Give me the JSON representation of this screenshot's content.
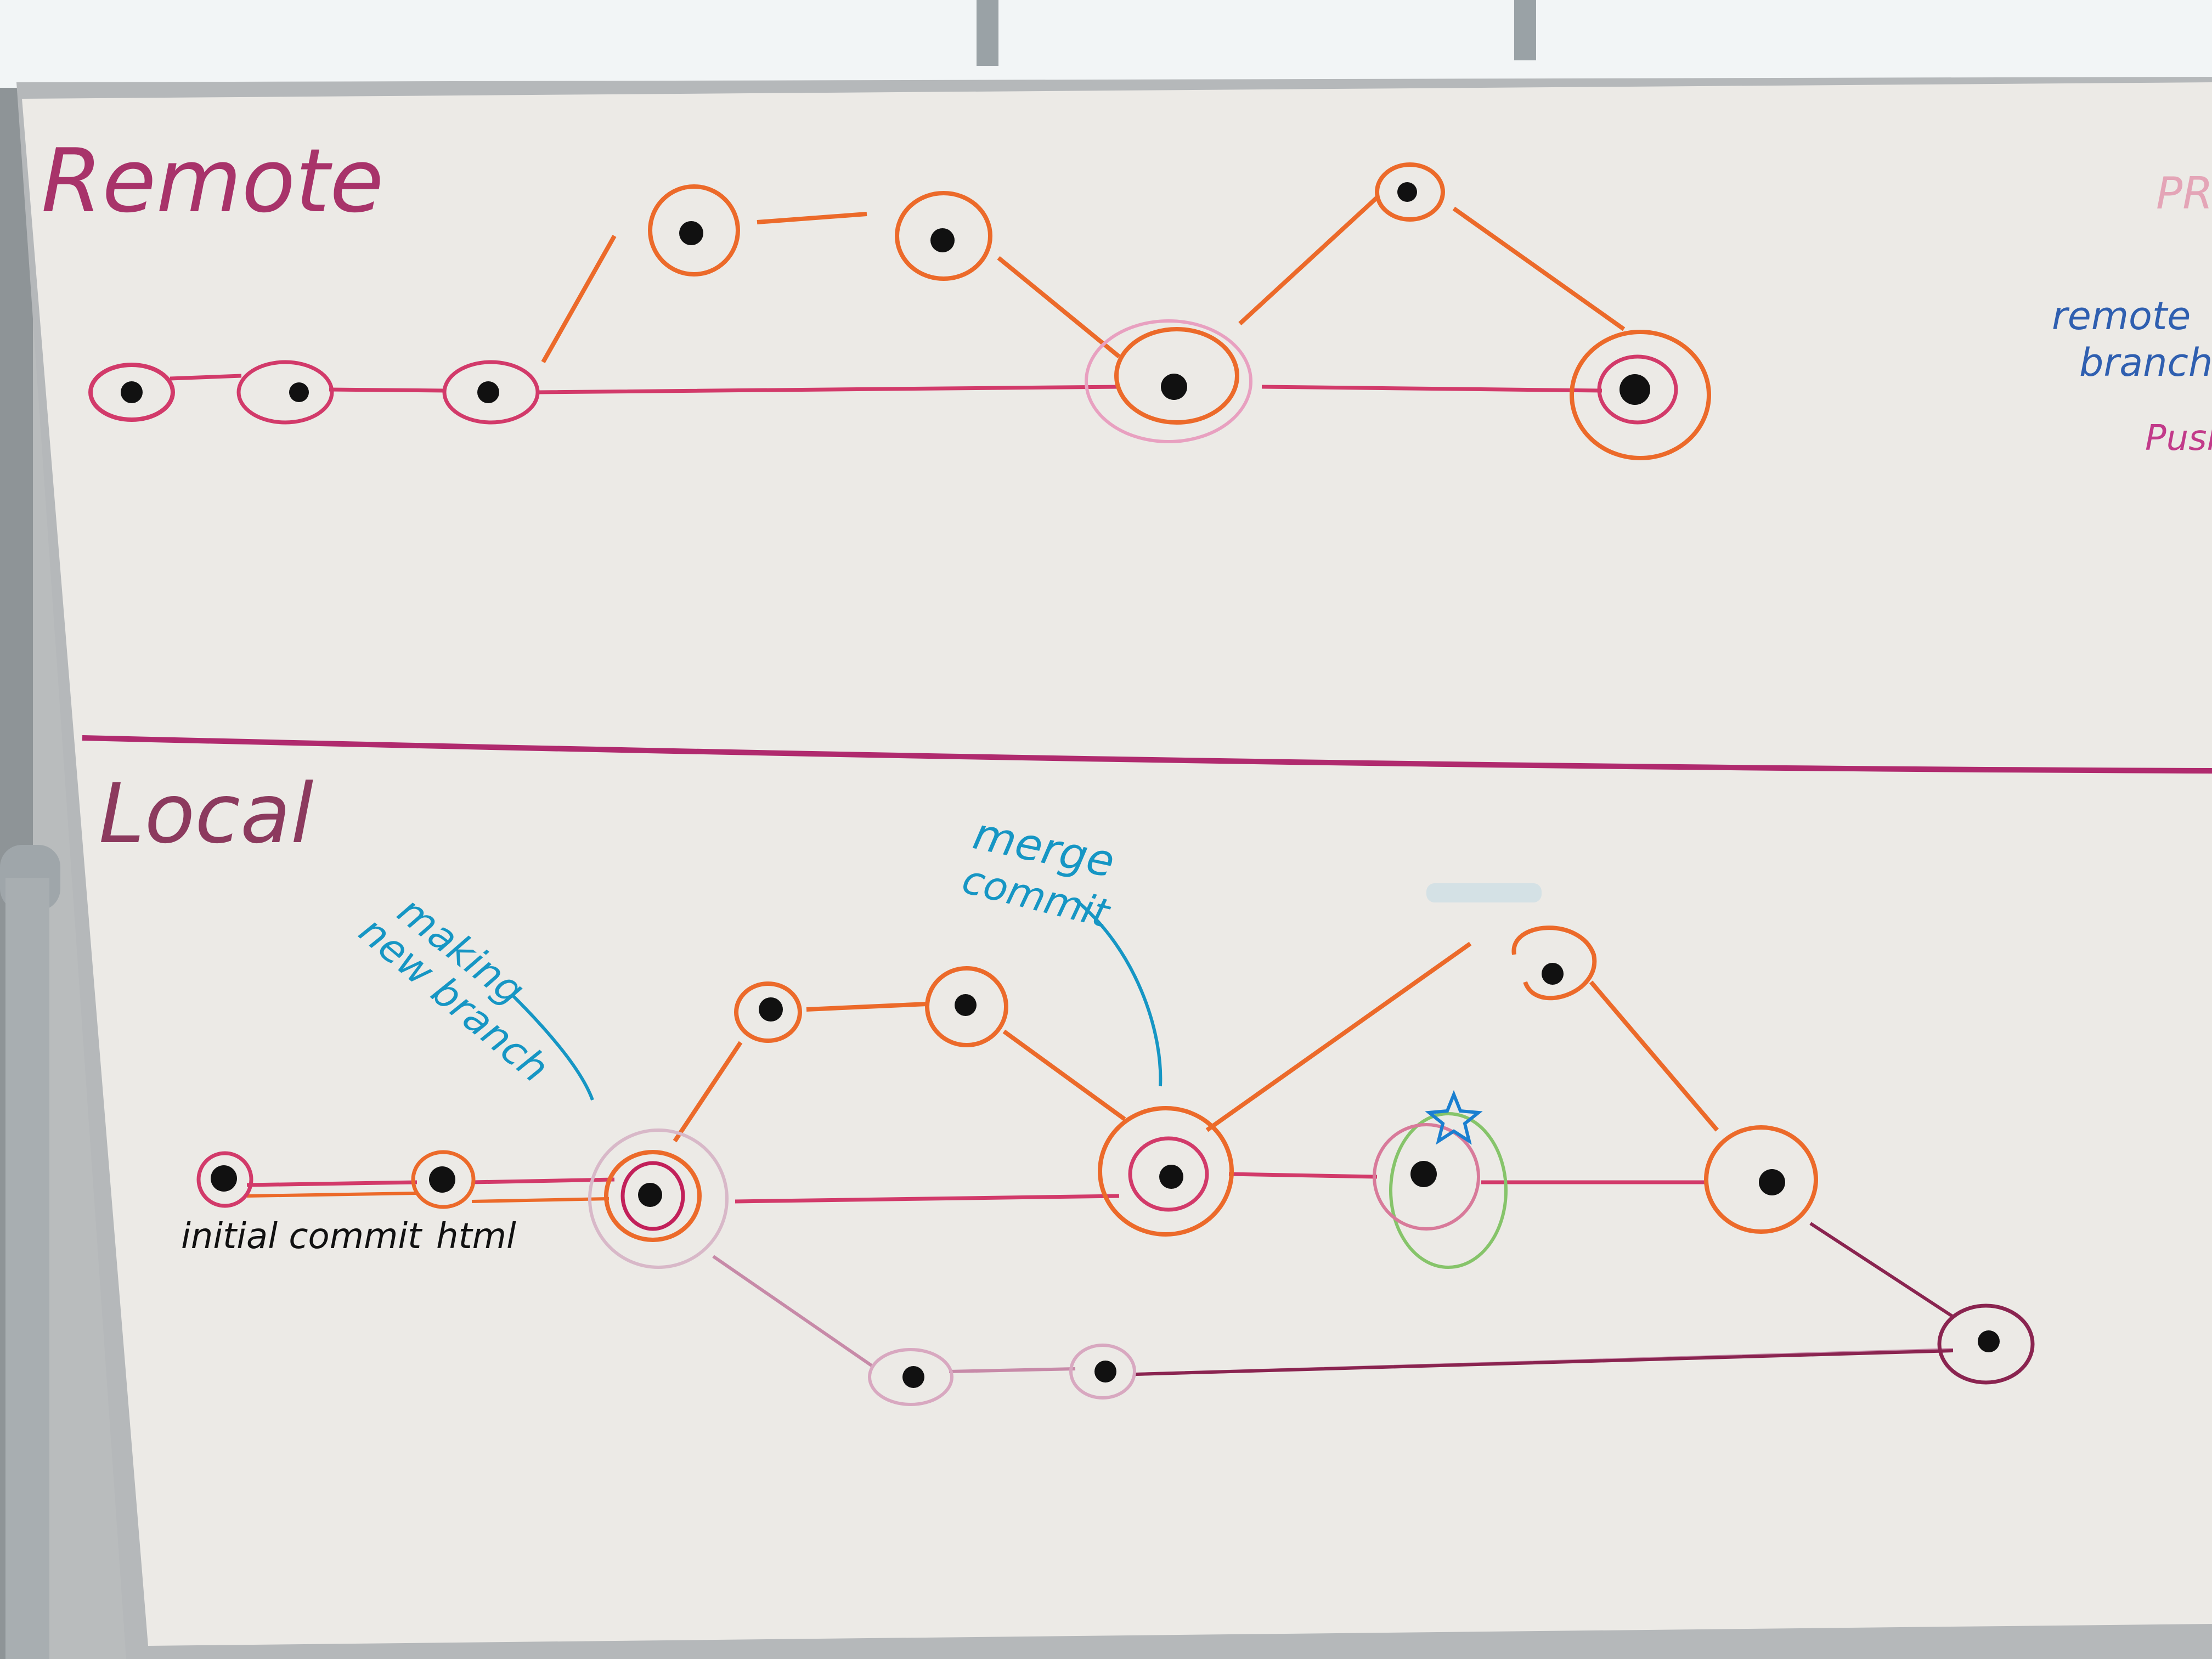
{
  "labels": {
    "remote": "Remote",
    "local": "Local",
    "making_new_branch_line1": "making",
    "making_new_branch_line2": "new branch",
    "merge_commit_line1": "merge",
    "merge_commit_line2": "commit",
    "initial_commit": "initial commit",
    "html": "html",
    "side_pr": "PR",
    "side_remote_line1": "remote",
    "side_remote_line2": "branch",
    "side_push": "Push"
  },
  "colors": {
    "board": "#eceae6",
    "frame": "#b5b8ba",
    "window_light": "#f4f7f8",
    "remote_text": "#a8336a",
    "local_text": "#8c3a5e",
    "blue_note": "#1696c4",
    "side_blue": "#2f5fb0",
    "pink_line": "#d23a6a",
    "orange_line": "#ec6a2a",
    "magenta_divider": "#b02a6e",
    "mauve_line": "#8a2450",
    "green_ring": "#86c46a",
    "star": "#1a7fd0",
    "dot": "#111111"
  }
}
